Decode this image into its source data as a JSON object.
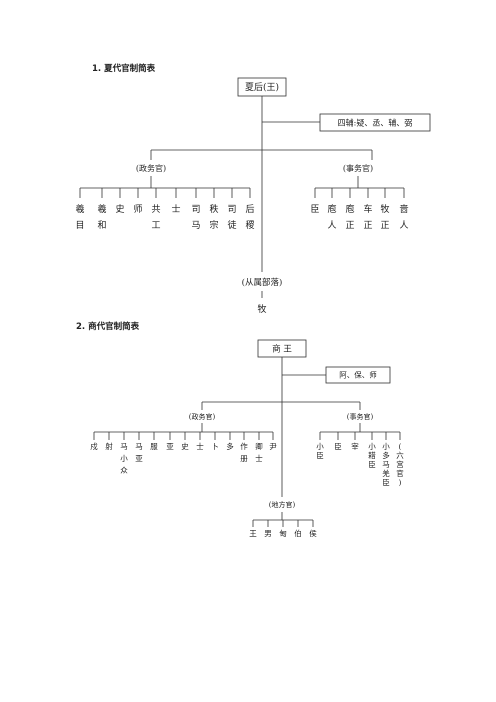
{
  "section1": {
    "heading": "1. 夏代官制简表",
    "root": "夏后(王)",
    "side_box": "四辅:疑、丞、辅、弼",
    "left_group": "(政务官)",
    "right_group": "(事务官)",
    "left_items": [
      [
        "羲",
        "目"
      ],
      [
        "羲",
        "和"
      ],
      [
        "史"
      ],
      [
        "师"
      ],
      [
        "共",
        "工"
      ],
      [
        "士"
      ],
      [
        "司",
        "马"
      ],
      [
        "秩",
        "宗"
      ],
      [
        "司",
        "徒"
      ],
      [
        "后",
        "稷"
      ]
    ],
    "right_items": [
      [
        "臣"
      ],
      [
        "庖",
        "人"
      ],
      [
        "庖",
        "正"
      ],
      [
        "车",
        "正"
      ],
      [
        "牧",
        "正"
      ],
      [
        "啬",
        "人"
      ]
    ],
    "bottom_group": "(从属部落)",
    "bottom_leaf": "牧"
  },
  "section2": {
    "heading": "2. 商代官制简表",
    "root": "商  王",
    "side_box": "阿、保、师",
    "left_group": "(政务官)",
    "right_group": "(事务官)",
    "left_items": [
      [
        "戍"
      ],
      [
        "射"
      ],
      [
        "马",
        "小",
        "众"
      ],
      [
        "马",
        "亚"
      ],
      [
        "服"
      ],
      [
        "亚"
      ],
      [
        "史"
      ],
      [
        "士"
      ],
      [
        "卜"
      ],
      [
        "多"
      ],
      [
        "作",
        "册"
      ],
      [
        "卿",
        "士"
      ],
      [
        "尹"
      ]
    ],
    "right_items": [
      [
        "小",
        "臣"
      ],
      [
        "臣"
      ],
      [
        "宰"
      ],
      [
        "小",
        "耤",
        "臣"
      ],
      [
        "小",
        "多",
        "马",
        "羌",
        "臣"
      ],
      [
        "(",
        "六",
        "宫",
        "官",
        ")"
      ]
    ],
    "bottom_group": "(地方官)",
    "bottom_items": [
      "王",
      "男",
      "甸",
      "伯",
      "侯"
    ]
  }
}
